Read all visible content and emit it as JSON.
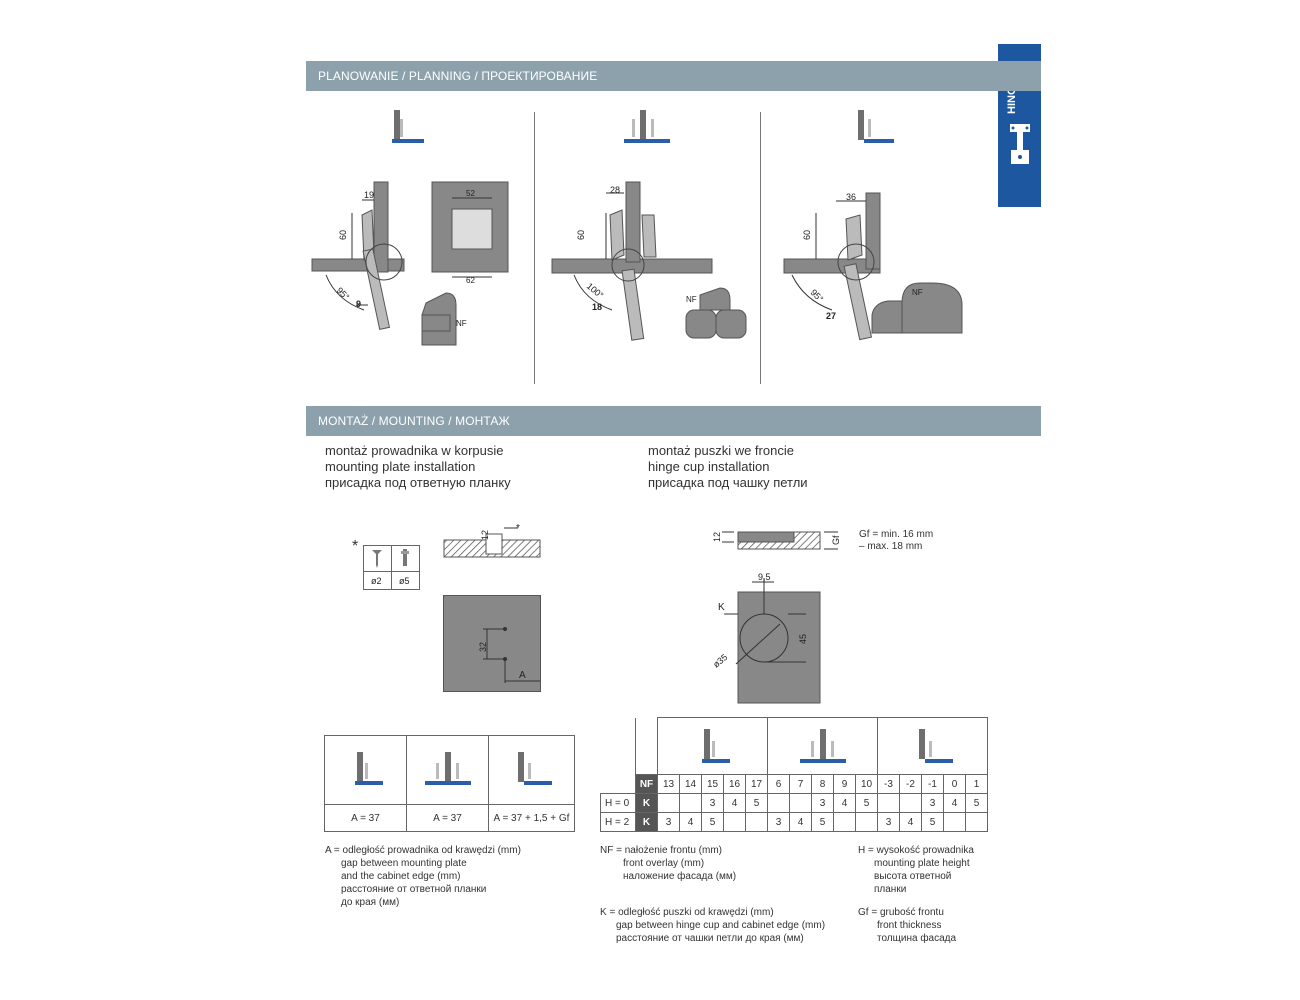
{
  "side_tab": {
    "label": "HINGES"
  },
  "planning": {
    "title": "PLANOWANIE / PLANNING / ПРОЕКТИРОВАНИЕ",
    "d1": {
      "dim_top": "19",
      "dim_h": "60",
      "angle": "95°",
      "dim_b": "9",
      "plate_w": "52",
      "plate_b": "62",
      "nf": "NF"
    },
    "d2": {
      "dim_top": "28",
      "dim_h": "60",
      "angle": "100°",
      "dim_b": "18",
      "nf": "NF"
    },
    "d3": {
      "dim_top": "36",
      "dim_h": "60",
      "angle": "95°",
      "dim_b": "27",
      "nf": "NF"
    }
  },
  "mounting": {
    "title": "MONTAŻ / MOUNTING / МОНТАЖ",
    "left_intro": [
      "montaż prowadnika w korpusie",
      "mounting plate installation",
      "присадка под ответную планку"
    ],
    "right_intro": [
      "montaż puszki we froncie",
      "hinge cup installation",
      "присадка под чашку петли"
    ],
    "screw": {
      "star": "*",
      "d1": "ø2",
      "d2": "ø5"
    },
    "plate_sec": {
      "dim": "12",
      "star": "*"
    },
    "plate_view": {
      "dim": "32",
      "a": "A"
    },
    "cup_sec": {
      "dim": "12",
      "gf": "Gf",
      "note1": "Gf = min. 16 mm",
      "note2": "– max. 18 mm"
    },
    "cup_view": {
      "d95": "9,5",
      "k": "K",
      "d45": "45",
      "d35": "ø35"
    }
  },
  "table_a": {
    "cells": [
      "A = 37",
      "A = 37",
      "A = 37 + 1,5 + Gf"
    ]
  },
  "table_nf": {
    "nf_label": "NF",
    "k_label": "K",
    "nf_values": [
      "13",
      "14",
      "15",
      "16",
      "17",
      "6",
      "7",
      "8",
      "9",
      "10",
      "-3",
      "-2",
      "-1",
      "0",
      "1"
    ],
    "rows": [
      {
        "h": "H = 0",
        "vals": [
          "",
          "",
          "3",
          "4",
          "5",
          "",
          "",
          "3",
          "4",
          "5",
          "",
          "",
          "3",
          "4",
          "5"
        ]
      },
      {
        "h": "H = 2",
        "vals": [
          "3",
          "4",
          "5",
          "",
          "",
          "3",
          "4",
          "5",
          "",
          "",
          "3",
          "4",
          "5",
          "",
          ""
        ]
      }
    ]
  },
  "legend": {
    "a": [
      "A = odległość prowadnika od krawędzi (mm)",
      "gap between mounting plate",
      "and the cabinet edge (mm)",
      "расстояние от ответной планки",
      "до края (мм)"
    ],
    "nf": [
      "NF = nałożenie frontu (mm)",
      "front overlay (mm)",
      "наложение фасада (мм)"
    ],
    "k": [
      "K = odległość puszki od krawędzi (mm)",
      "gap between hinge cup and cabinet edge (mm)",
      "расстояние от чашки петли до края (мм)"
    ],
    "h": [
      "H = wysokość prowadnika",
      "mounting plate height",
      "высота ответной",
      "планки"
    ],
    "gf": [
      "Gf = grubość frontu",
      "front thickness",
      "толщина фасада"
    ]
  },
  "colors": {
    "bar": "#8da1ad",
    "tab": "#1c57a0",
    "part": "#6e6e6e",
    "accent": "#2a5ea8"
  }
}
